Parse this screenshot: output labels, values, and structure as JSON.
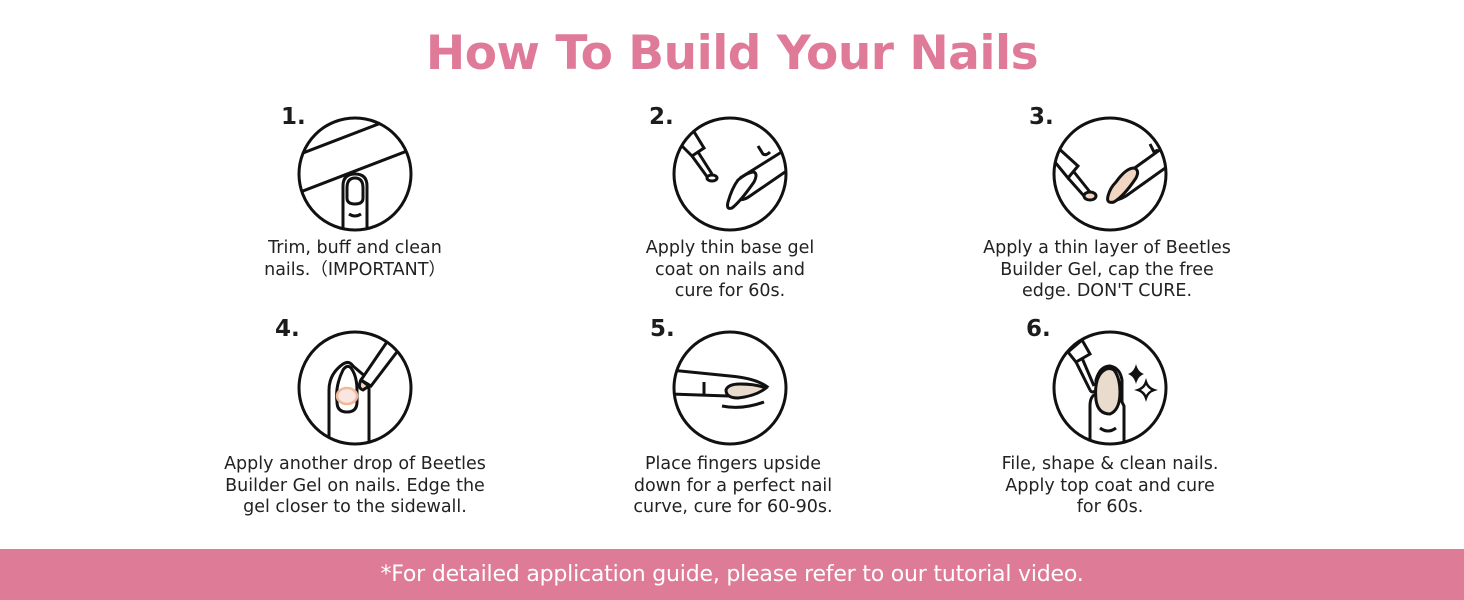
{
  "title": "How To Build Your Nails",
  "colors": {
    "accent": "#df7b98",
    "footer_bg": "#de7c97",
    "gel_fill": "#f2d6c4",
    "text": "#222222"
  },
  "steps": [
    {
      "number": "1.",
      "icon": "buff-file-icon",
      "caption": "Trim, buff and clean\nnails.（IMPORTANT）"
    },
    {
      "number": "2.",
      "icon": "base-coat-brush-icon",
      "caption": "Apply thin base gel\ncoat on nails and\ncure for 60s."
    },
    {
      "number": "3.",
      "icon": "builder-gel-brush-icon",
      "caption": "Apply a thin layer of Beetles\nBuilder Gel, cap the free\nedge. DON'T CURE."
    },
    {
      "number": "4.",
      "icon": "gel-drop-icon",
      "caption": "Apply another drop of Beetles\nBuilder Gel on nails. Edge the\ngel closer to the sidewall."
    },
    {
      "number": "5.",
      "icon": "finger-upside-down-icon",
      "caption": "Place fingers upside\ndown for a perfect nail\ncurve, cure for 60-90s."
    },
    {
      "number": "6.",
      "icon": "top-coat-sparkle-icon",
      "caption": "File, shape & clean nails.\nApply top coat and cure\nfor 60s."
    }
  ],
  "footer": {
    "text": "*For detailed application guide, please refer to our tutorial video."
  }
}
